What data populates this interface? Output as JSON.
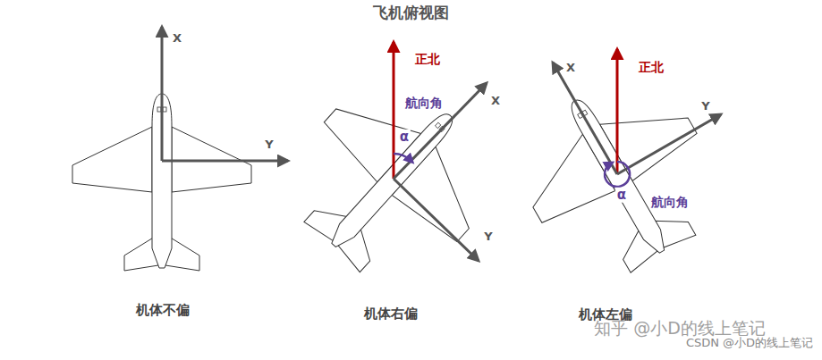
{
  "diagram": {
    "title": "飞机俯视图",
    "labels": [
      "X",
      "Y",
      "正北",
      "航向角",
      "X",
      "α",
      "Y",
      "X",
      "正北",
      "Y",
      "α",
      "航向角",
      "机体不偏",
      "机体右偏",
      "机体左偏",
      "知乎 @小D的线上笔记",
      "CSDN @小D的线上笔记"
    ]
  }
}
